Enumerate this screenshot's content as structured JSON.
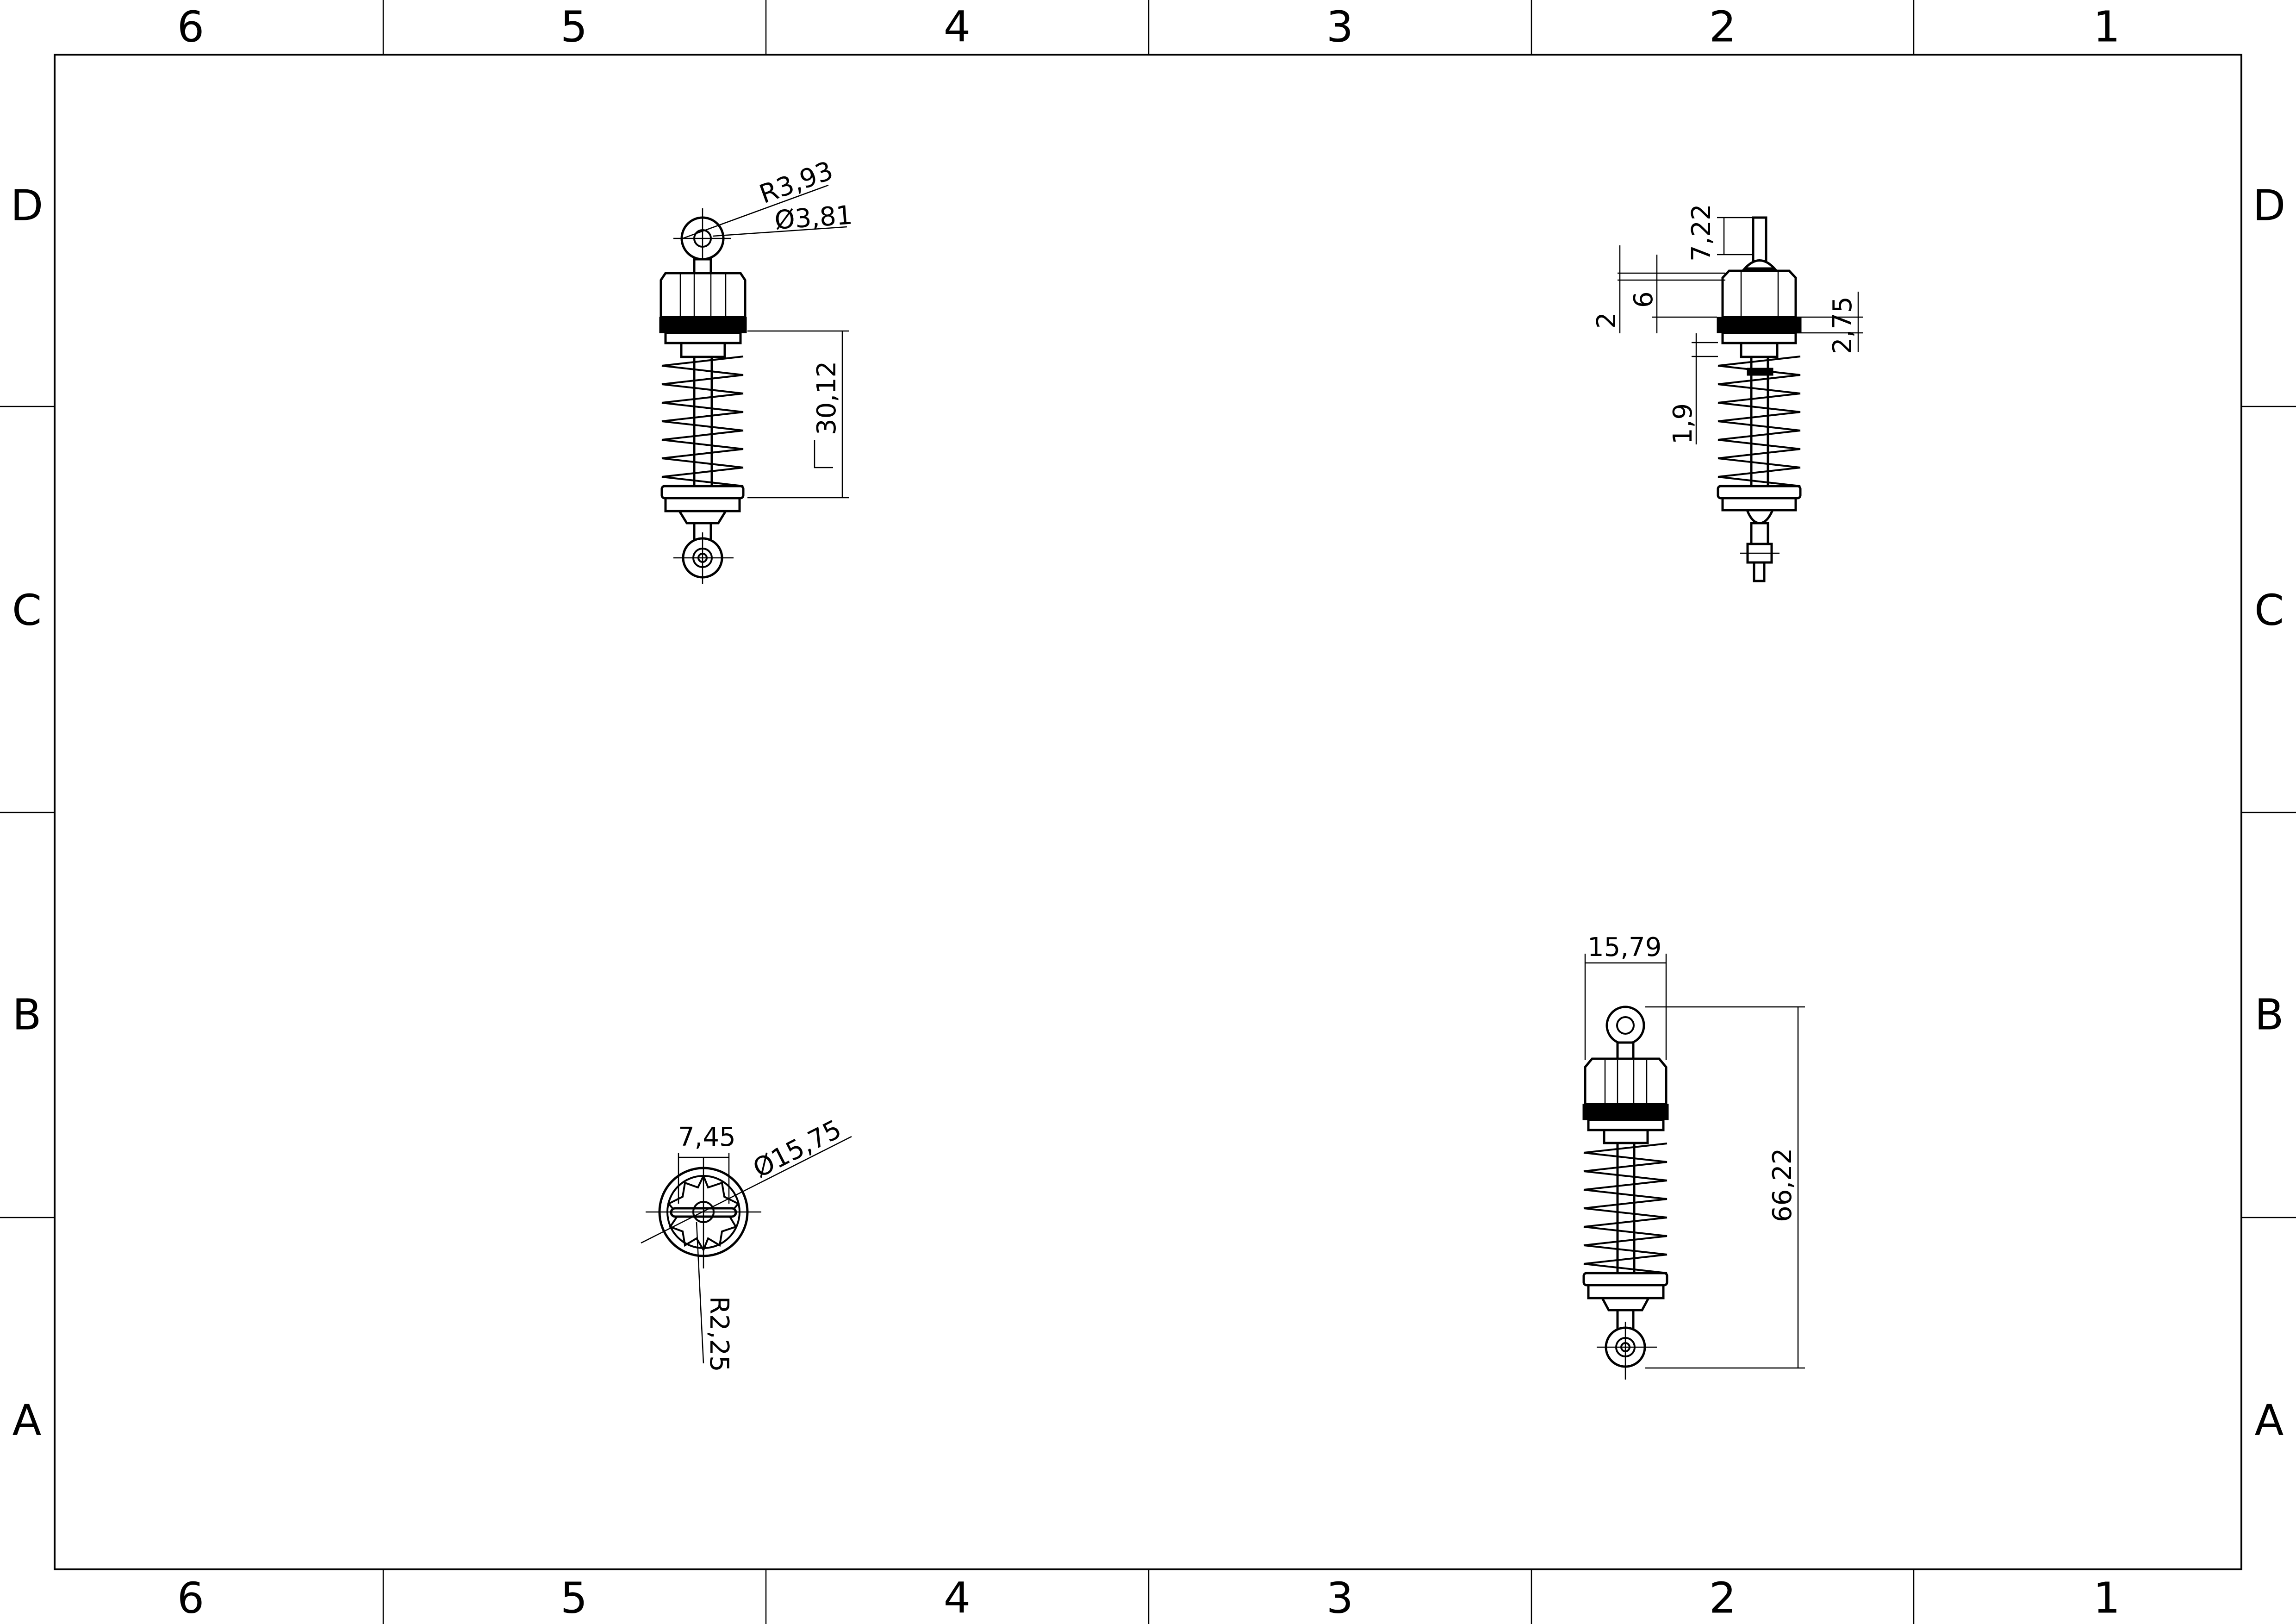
{
  "sheet": {
    "columns": [
      "6",
      "5",
      "4",
      "3",
      "2",
      "1"
    ],
    "rows": [
      "D",
      "C",
      "B",
      "A"
    ]
  },
  "views": {
    "front": {
      "dims": {
        "radius": "R3,93",
        "diameter": "Ø3,81",
        "spring_length": "30,12"
      }
    },
    "side": {
      "dims": {
        "top_pin": "7,22",
        "cap_small": "2",
        "cap_height": "6",
        "collar": "2,75",
        "gap": "1,9"
      }
    },
    "top": {
      "dims": {
        "slot": "7,45",
        "diameter": "Ø15,75",
        "radius": "R2,25"
      }
    },
    "iso": {
      "dims": {
        "width": "15,79",
        "length": "66,22"
      }
    }
  }
}
